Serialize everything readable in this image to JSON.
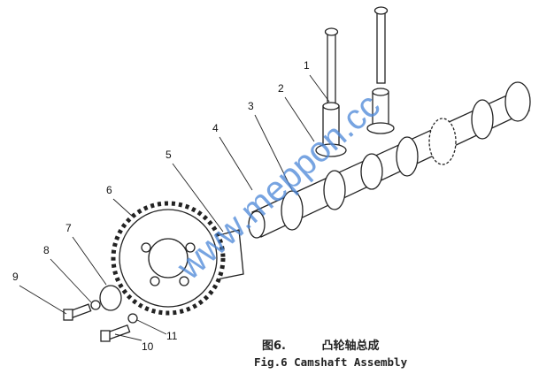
{
  "labels": [
    "1",
    "2",
    "3",
    "4",
    "5",
    "6",
    "7",
    "8",
    "9",
    "10",
    "11"
  ],
  "caption": {
    "cn_fig": "图6.",
    "cn_title": "凸轮轴总成",
    "en": "Fig.6 Camshaft Assembly"
  },
  "watermark": "www.meppon.cc",
  "colors": {
    "line": "#222222",
    "watermark": "#4a86d8"
  }
}
